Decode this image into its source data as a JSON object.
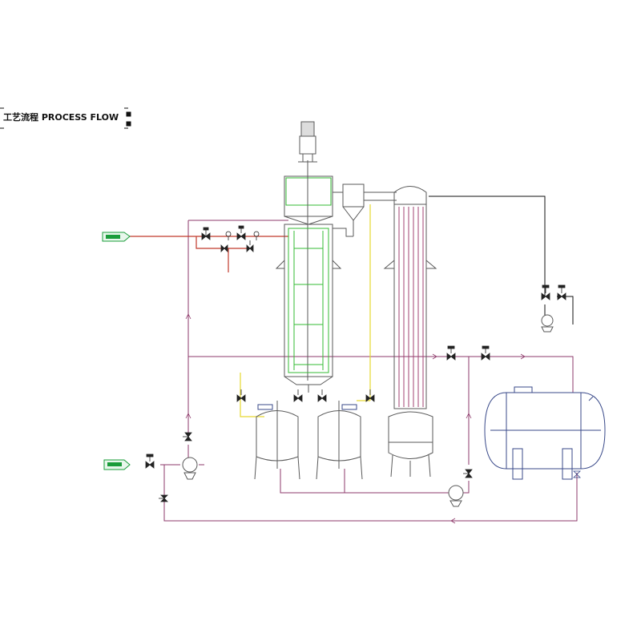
{
  "title": "工艺流程 PROCESS FLOW",
  "inlets": [
    {
      "id": "steam"
    },
    {
      "id": "feed"
    }
  ],
  "colors": {
    "outline": "#5a5a5a",
    "steam_line": "#c0392b",
    "process_line": "#8e3a6b",
    "vapor_line": "#e6d830",
    "jacket": "#33bb33",
    "vacuum_line": "#111111",
    "tank_outline": "#3a4a8a",
    "inlet_tag": "#1a9c3a"
  }
}
